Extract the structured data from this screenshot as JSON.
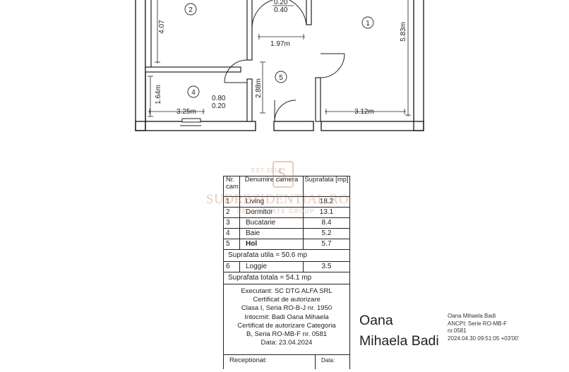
{
  "floor_plan": {
    "rooms": [
      {
        "number": "1"
      },
      {
        "number": "2"
      },
      {
        "number": "4"
      },
      {
        "number": "5"
      }
    ],
    "dimensions": {
      "room2_height": "4.07",
      "small_top": "0.20",
      "small_top2": "0.40",
      "hall_width": "1.97m",
      "room1_height": "5.83m",
      "hall_height": "2.88m",
      "room4_height": "1.64m",
      "window_a": "0.80",
      "window_b": "0.20",
      "room4_width": "3.25m",
      "room1_width": "3.12m"
    }
  },
  "table": {
    "header": {
      "nr": "Nr. cam.",
      "name": "Denumire camera",
      "area": "Suprafata [mp]"
    },
    "rooms": [
      {
        "nr": "1",
        "name": "Living",
        "area": "18.2"
      },
      {
        "nr": "2",
        "name": "Dormitor",
        "area": "13.1"
      },
      {
        "nr": "3",
        "name": "Bucatarie",
        "area": "8.4"
      },
      {
        "nr": "4",
        "name": "Baie",
        "area": "5.2"
      },
      {
        "nr": "5",
        "name": "Hol",
        "area": "5.7"
      }
    ],
    "useful_area": "Suprafata utila = 50.6 mp",
    "loggia": {
      "nr": "6",
      "name": "Loggie",
      "area": "3.5"
    },
    "total_area": "Suprafata totala = 54.1 mp",
    "info_lines": [
      "Executant: SC DTG ALFA SRL",
      "Certificat de autorizare",
      "Clasa I, Seria RO-B-J nr. 1950",
      "Intocmit: Badi Oana Mihaela",
      "Certificat de autorizare Categoria",
      "B, Seria RO-MB-F nr. 0581",
      "Data: 23.04.2024"
    ],
    "received_label": "Receptionat:",
    "date_label": "Data:"
  },
  "watermark": {
    "name": "SUDREZIDENTIAL.RO",
    "est": "EST 2010",
    "group": "REAL ESTATE GROUP",
    "letter": "S"
  },
  "signature": {
    "line1": "Oana",
    "line2": "Mihaela Badi"
  },
  "stamp": {
    "lines": [
      "Oana Mihaela Badi",
      "ANCPI: Serie RO-MB-F",
      "nr.0581",
      "2024.04.30 09:51:05 +03'00'"
    ]
  }
}
